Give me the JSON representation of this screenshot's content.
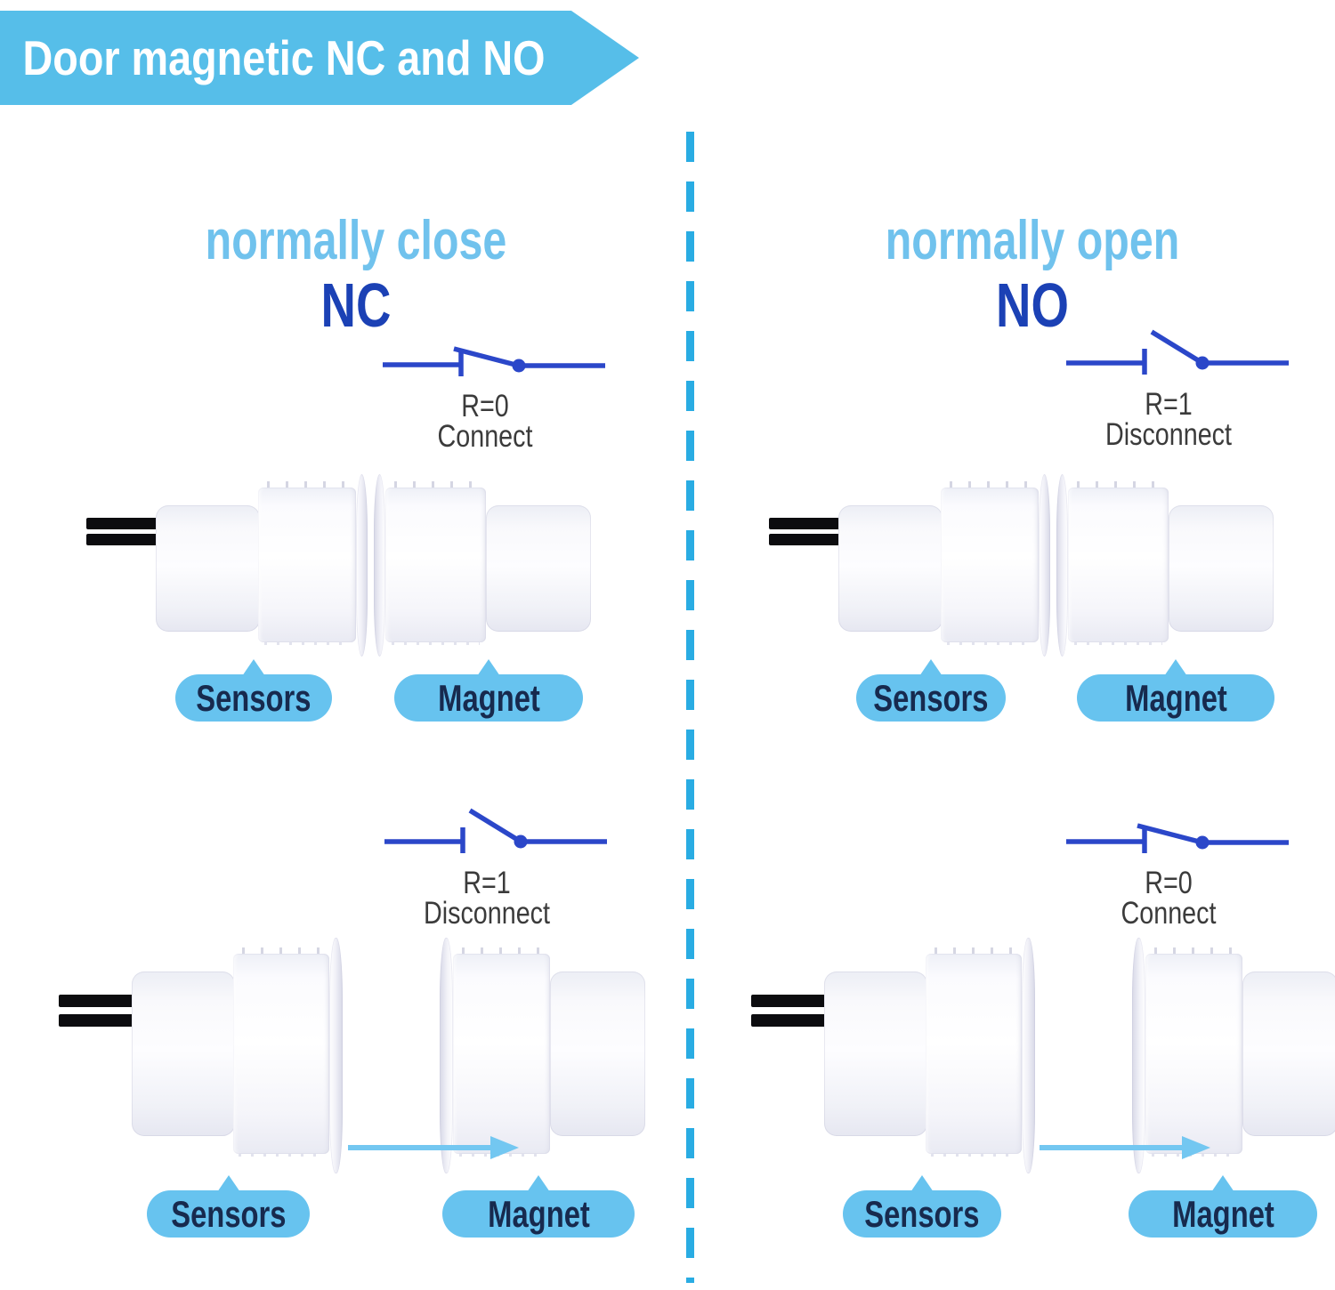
{
  "banner": {
    "title": "Door magnetic NC and NO"
  },
  "colors": {
    "banner_blue": "#56BEE9",
    "heading_light_blue": "#70C2ED",
    "heading_dark_blue": "#1B41B5",
    "switch_blue": "#2B47C9",
    "dash_blue": "#29ACE3",
    "pill_blue": "#67C3EF",
    "pill_text": "#172A4E",
    "arrow_blue": "#73C7F1",
    "status_text": "#3B3B3B"
  },
  "sections": [
    {
      "id": "nc",
      "heading": "normally close",
      "abbr": "NC",
      "rows": [
        {
          "device_state": "together",
          "switch_state": "closed",
          "resistance": "R=0",
          "status": "Connect",
          "sensor_label": "Sensors",
          "magnet_label": "Magnet"
        },
        {
          "device_state": "apart",
          "switch_state": "open",
          "resistance": "R=1",
          "status": "Disconnect",
          "sensor_label": "Sensors",
          "magnet_label": "Magnet"
        }
      ]
    },
    {
      "id": "no",
      "heading": "normally open",
      "abbr": "NO",
      "rows": [
        {
          "device_state": "together",
          "switch_state": "open",
          "resistance": "R=1",
          "status": "Disconnect",
          "sensor_label": "Sensors",
          "magnet_label": "Magnet"
        },
        {
          "device_state": "apart",
          "switch_state": "closed",
          "resistance": "R=0",
          "status": "Connect",
          "sensor_label": "Sensors",
          "magnet_label": "Magnet"
        }
      ]
    }
  ]
}
